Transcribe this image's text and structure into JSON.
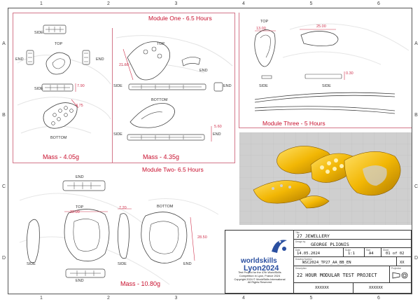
{
  "zones": {
    "columns": [
      "1",
      "2",
      "3",
      "4",
      "5",
      "6"
    ],
    "rows": [
      "A",
      "B",
      "C",
      "D"
    ]
  },
  "modules": {
    "one": {
      "title": "Module One - 6.5 Hours",
      "mass_left": "Mass - 4.05g",
      "mass_right": "Mass - 4.35g"
    },
    "two": {
      "title": "Module Two- 6.5 Hours",
      "mass": "Mass - 10.80g"
    },
    "three": {
      "title": "Module Three - 5 Hours"
    }
  },
  "view_labels": {
    "top": "TOP",
    "side": "SIDE",
    "end": "END",
    "bottom": "BOTTOM"
  },
  "dimensions": {
    "m1_side_h": "7.90",
    "m1_tear": "4.75",
    "m1_top_len": "21.60",
    "m1_side_h2": "5.60",
    "m3_top_w": "13.00",
    "m3_top_len": "25.00",
    "m3_side_h": "0.30",
    "m2_top_w": "22.00",
    "m2_side": "7.20",
    "m2_bottom": "28.50"
  },
  "title_block": {
    "title_caption": "Title",
    "title": "27 JEWELLERY",
    "designer_caption": "Design by",
    "designer": "GEORGE PLIONIS",
    "date_caption": "Date",
    "date": "14.05.2024",
    "scale_caption": "Scale",
    "scale": "1:1",
    "size_caption": "Size",
    "size": "A4",
    "sheet_caption": "Sheet",
    "sheet": "01 of 02",
    "drawing_no_caption": "Drawing Number",
    "drawing_no": "WSC2024_TP27_AA_BB_EN",
    "revision": "XX",
    "description_caption": "Description",
    "description": "22 HOUR MODULAR TEST PROJECT",
    "projection_caption": "Projection",
    "checked_a": "XXXXXX",
    "checked_b": "XXXXXX"
  },
  "logo": {
    "brand": "worldskills",
    "edition": "Lyon2024",
    "copy_line1": "Test Project for the 47th WorldSkills",
    "copy_line2": "Competition in Lyon, France 2024",
    "copy_line3": "Copyright 2024 © WorldSkills International",
    "copy_line4": "All Rights Reserved"
  },
  "colors": {
    "annotation": "#c8102e",
    "dimension": "#d0344f",
    "render_gold": "#f2b705",
    "render_bg": "#cfcfcf",
    "brand_blue": "#2a4fa0"
  }
}
